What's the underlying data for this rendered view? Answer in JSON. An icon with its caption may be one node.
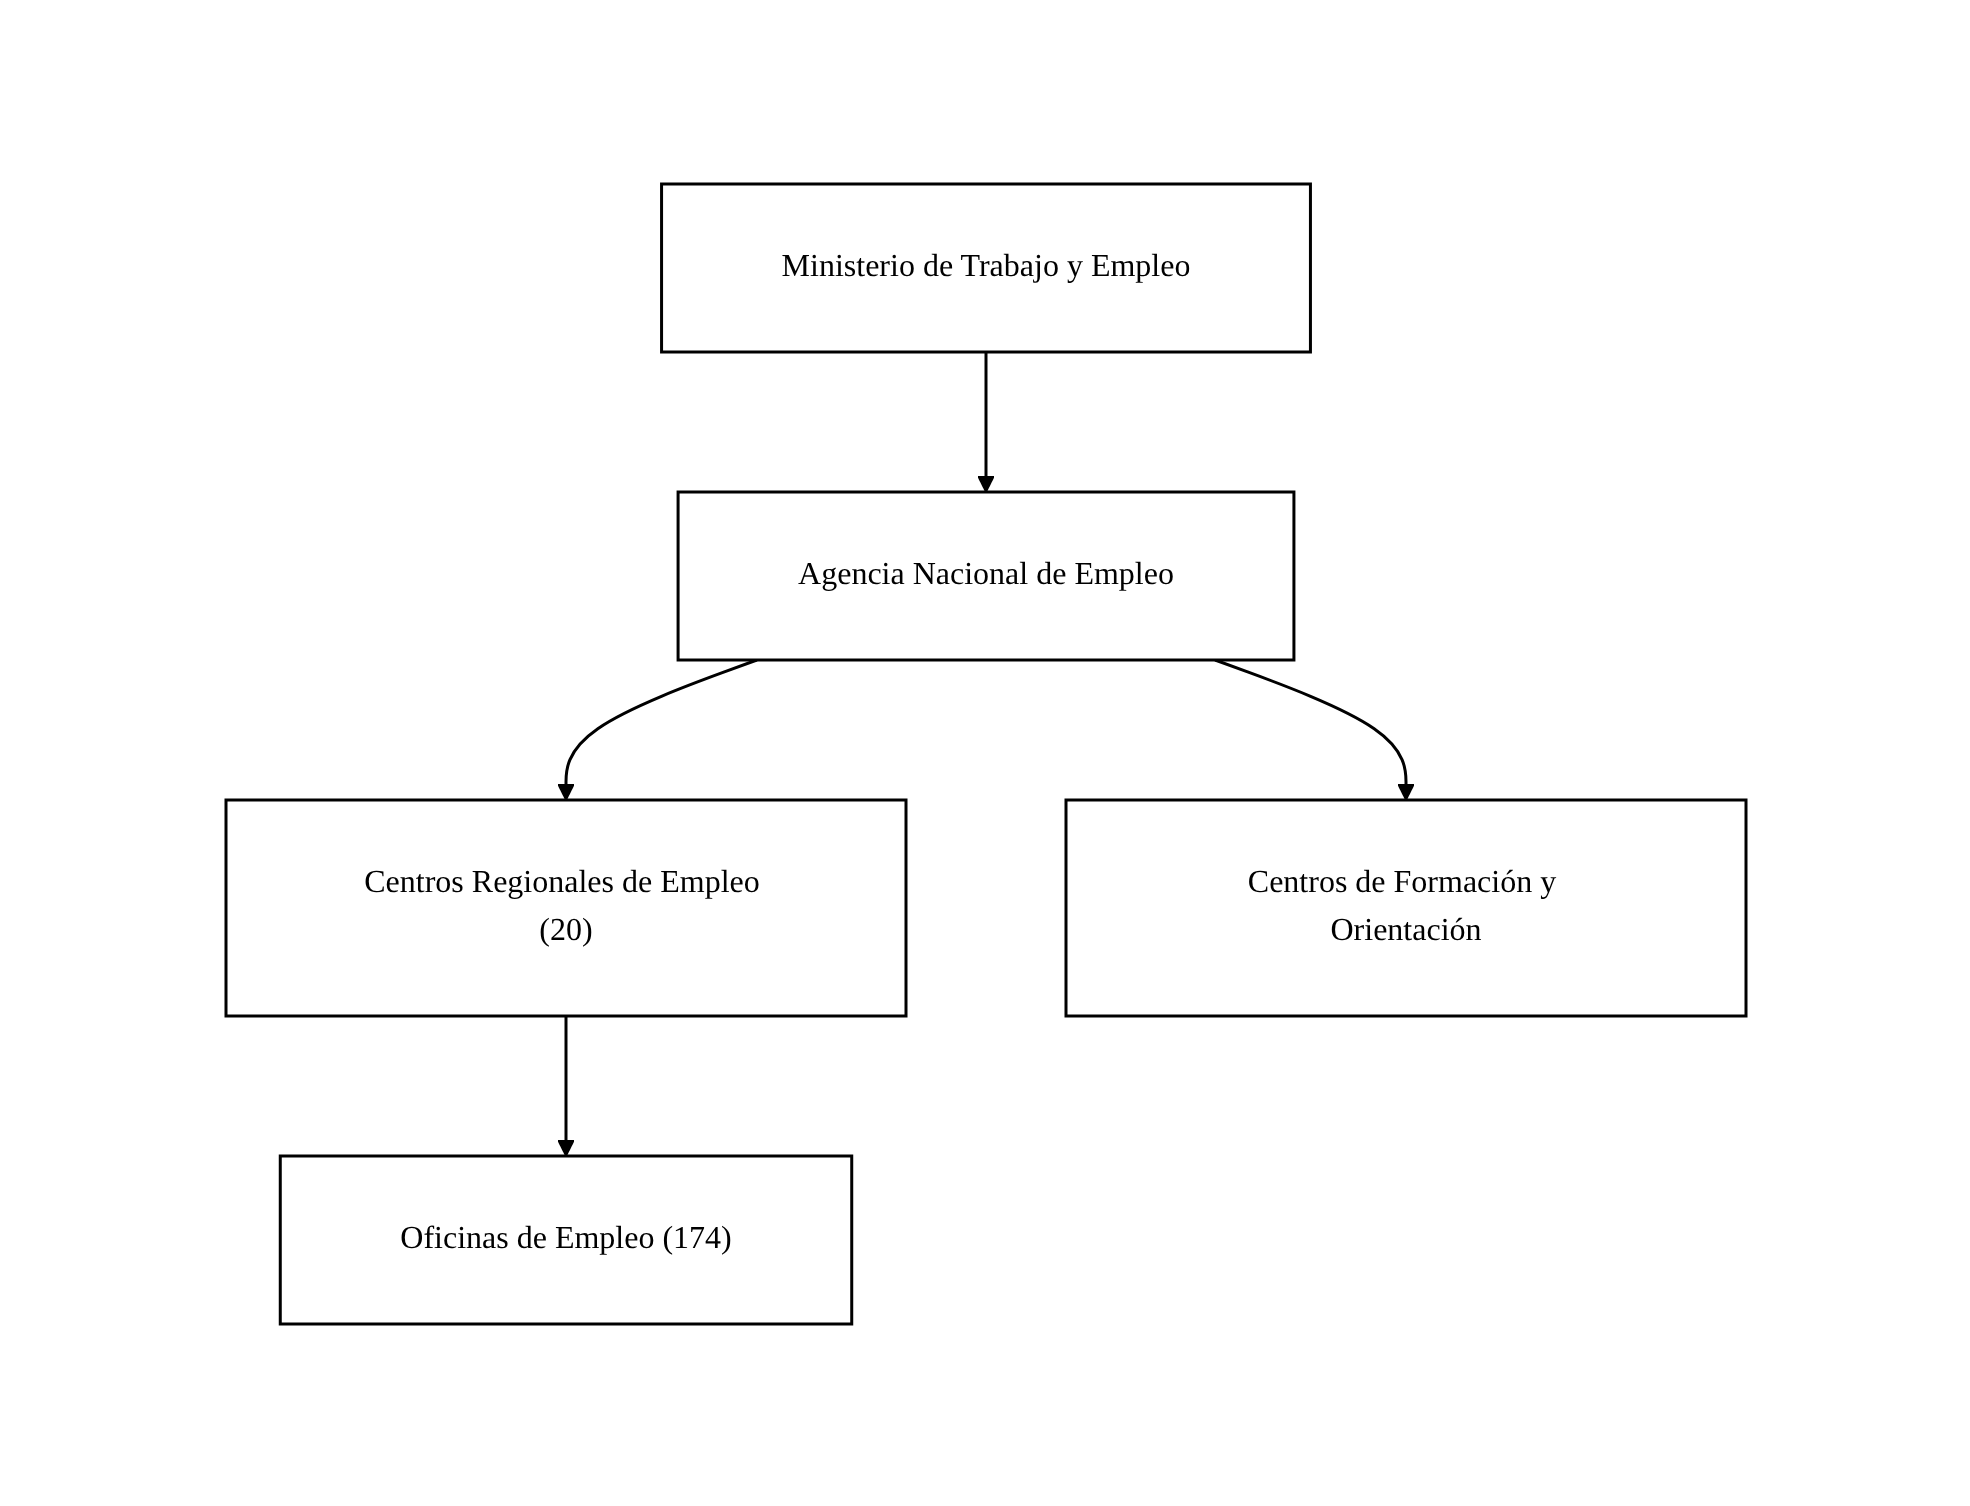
{
  "diagram": {
    "nodes": [
      {
        "text": [
          "Ministerio de Trabajo y Empleo"
        ]
      },
      {
        "text": [
          "Agencia Nacional de Empleo"
        ]
      },
      {
        "text": [
          "Centros Regionales de Empleo (20)"
        ]
      },
      {
        "text": [
          "Centros de Formación y Orientación"
        ]
      },
      {
        "text": [
          "Oficinas de Empleo (174)"
        ]
      }
    ],
    "edges": [
      {
        "from": 0,
        "to": 1,
        "arrow": "to"
      },
      {
        "from": 1,
        "to": 2,
        "arrow": "to"
      },
      {
        "from": 1,
        "to": 3,
        "arrow": "to"
      },
      {
        "from": 2,
        "to": 4,
        "arrow": "to"
      }
    ]
  }
}
